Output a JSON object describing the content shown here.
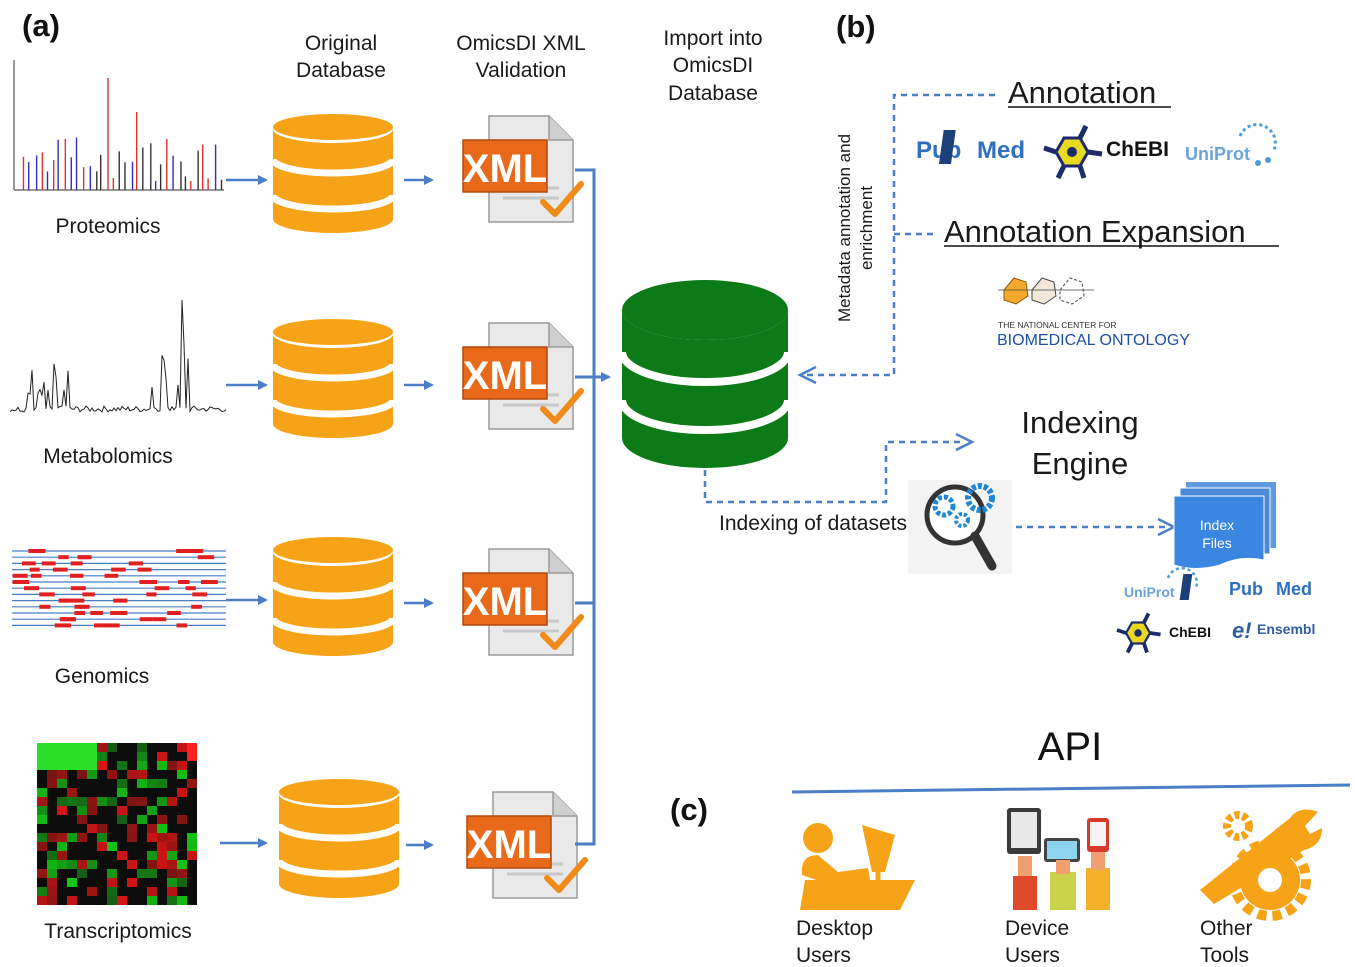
{
  "panels": {
    "a": "(a)",
    "b": "(b)",
    "c": "(c)"
  },
  "headers": {
    "original_database": [
      "Original",
      "Database"
    ],
    "xml_validation": [
      "OmicsDI XML",
      "Validation"
    ],
    "import": [
      "Import into",
      "OmicsDI",
      "Database"
    ]
  },
  "sources": [
    "Proteomics",
    "Metabolomics",
    "Genomics",
    "Transcriptomics"
  ],
  "xml_badge": "XML",
  "metadata_label": [
    "Metadata annotation and",
    "enrichment"
  ],
  "annotation": {
    "title": "Annotation",
    "logos": {
      "pubmed": [
        "Pub",
        "Med"
      ],
      "chebi": "ChEBI",
      "uniprot": "UniProt"
    }
  },
  "annotation_expansion": {
    "title": "Annotation Expansion",
    "ncbo": [
      "THE NATIONAL CENTER FOR",
      "BIOMEDICAL ONTOLOGY"
    ]
  },
  "indexing": {
    "engine": [
      "Indexing",
      "Engine"
    ],
    "datasets_label": "Indexing of datasets",
    "index_files": [
      "Index",
      "Files"
    ],
    "logos": {
      "uniprot": "UniProt",
      "pubmed": [
        "Pub",
        "Med"
      ],
      "chebi": "ChEBI",
      "ensembl_e": "e!",
      "ensembl": "Ensembl"
    }
  },
  "api": {
    "title": "API",
    "users": [
      {
        "label": [
          "Desktop",
          "Users"
        ],
        "icon": "desktop-user-icon"
      },
      {
        "label": [
          "Device",
          "Users"
        ],
        "icon": "device-users-icon"
      },
      {
        "label": [
          "Other",
          "Tools"
        ],
        "icon": "tools-icon"
      }
    ]
  },
  "colors": {
    "db_orange": "#f7a318",
    "db_green": "#0b7a17",
    "xml_orange": "#e8691a",
    "arrow_blue": "#4a7ec6",
    "chebi_yellow": "#e8d820",
    "pubmed_blue": "#2f6fc0"
  }
}
